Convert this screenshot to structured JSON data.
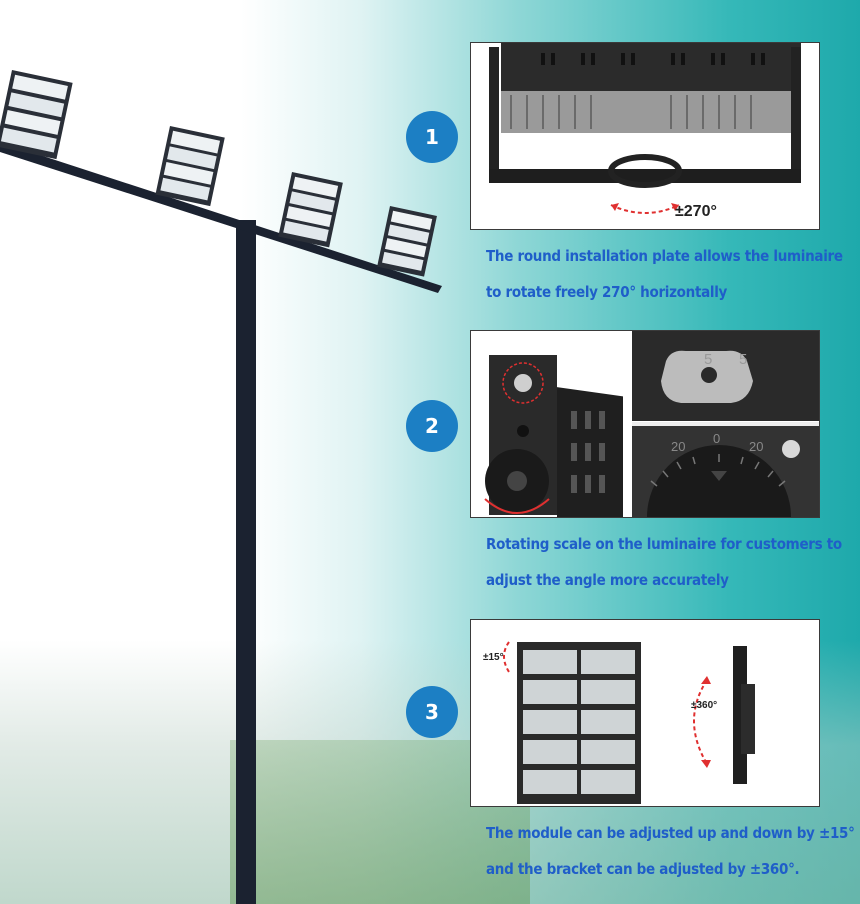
{
  "features": [
    {
      "number": "1",
      "caption_line1": "The round installation plate allows the luminaire",
      "caption_line2": "to rotate freely 270° horizontally",
      "angle_label": "±270°"
    },
    {
      "number": "2",
      "caption_line1": "Rotating scale on the luminaire for customers to",
      "caption_line2": "adjust the angle more accurately",
      "scale_labels": [
        "5",
        "5",
        "20",
        "0",
        "20"
      ]
    },
    {
      "number": "3",
      "caption_line1": "The module can be adjusted up and down by ±15°",
      "caption_line2": "and the bracket can be adjusted by ±360°.",
      "tilt_label": "±15°",
      "bracket_label": "±360°"
    }
  ],
  "colors": {
    "badge": "#1c7fc4",
    "caption": "#1f5ec9",
    "arrow": "#e03030",
    "teal": "#1ea9ab"
  }
}
